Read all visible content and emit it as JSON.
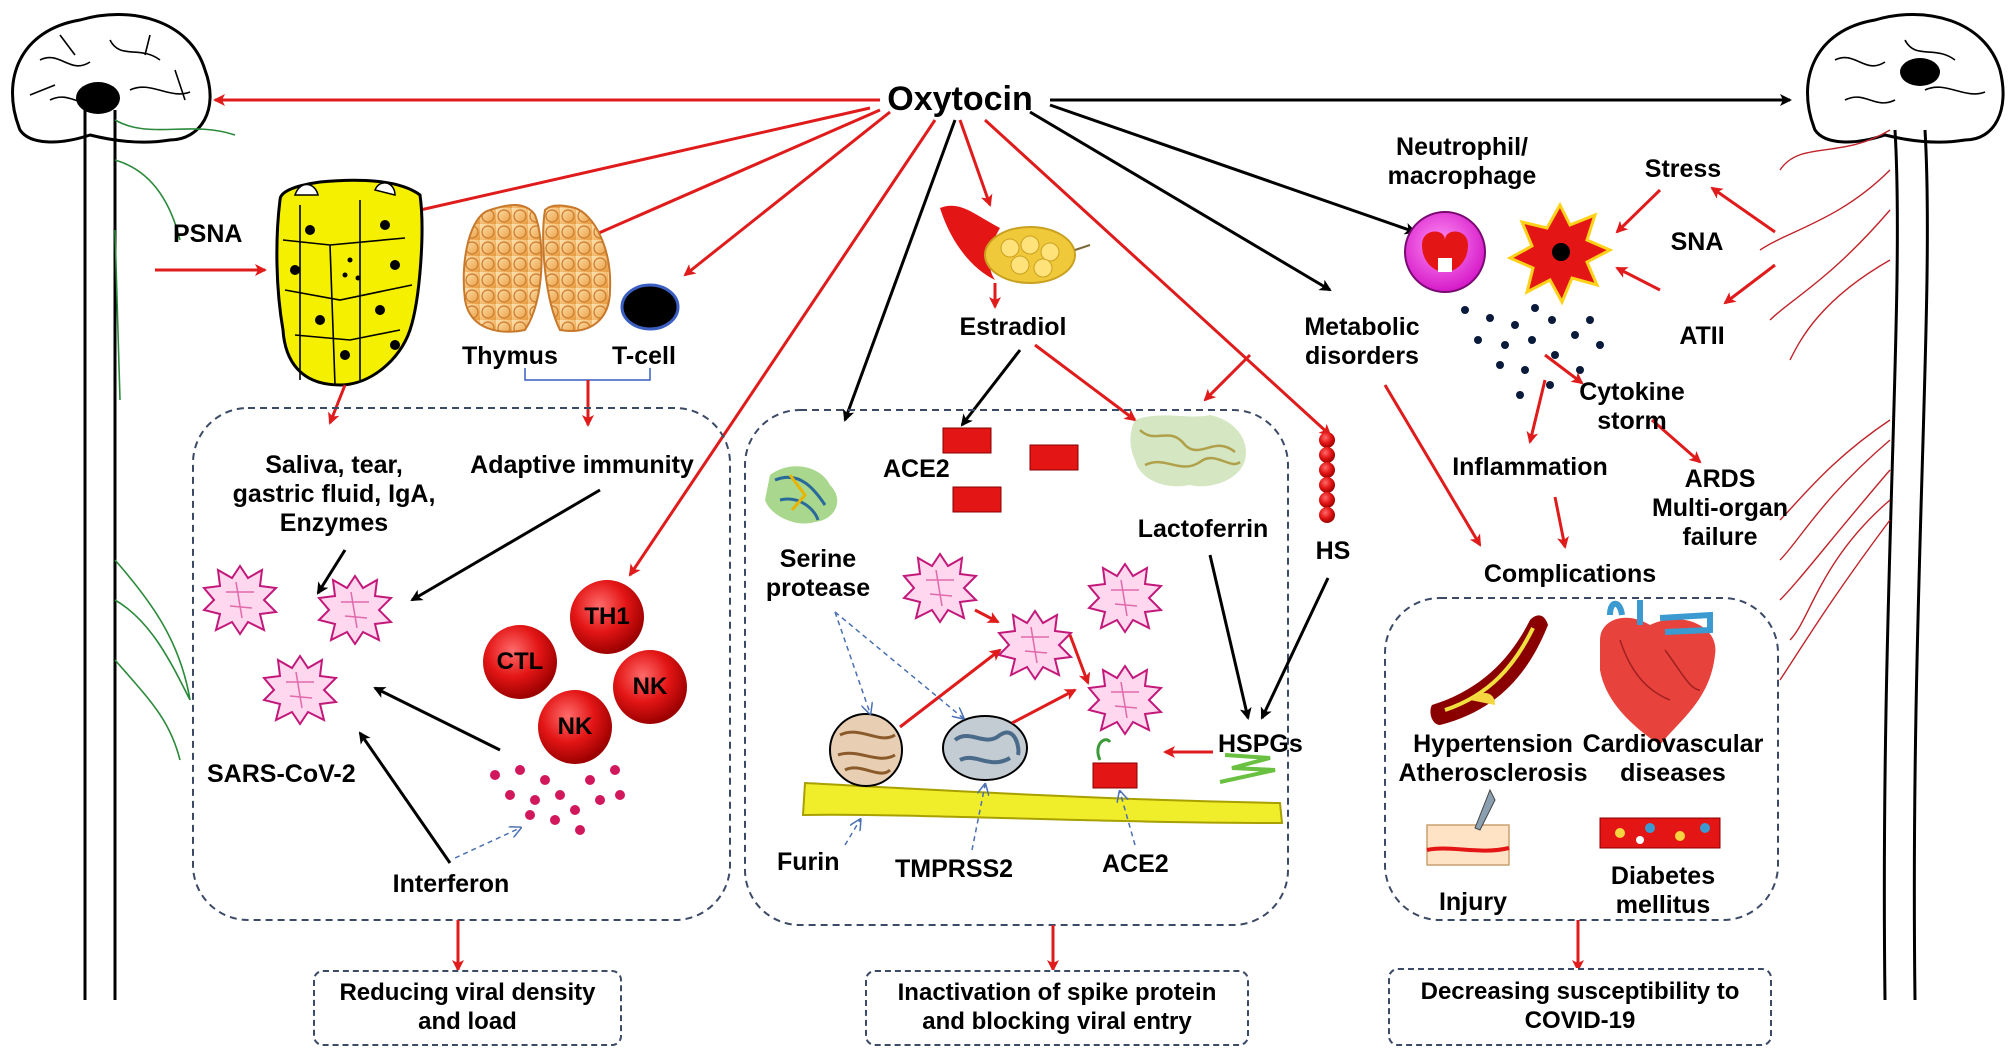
{
  "title": "Oxytocin",
  "brain_labels": {
    "psna": "PSNA"
  },
  "left": {
    "thymus": "Thymus",
    "tcell": "T-cell",
    "secretions": "Saliva, tear,\ngastric fluid, IgA,\nEnzymes",
    "adaptive": "Adaptive immunity",
    "virus": "SARS-CoV-2",
    "interferon": "Interferon",
    "cells": [
      "TH1",
      "CTL",
      "NK",
      "NK"
    ],
    "outcome": "Reducing viral density\nand load"
  },
  "middle": {
    "estradiol": "Estradiol",
    "ace2_top": "ACE2",
    "serine": "Serine\nprotease",
    "lactoferrin": "Lactoferrin",
    "hs": "HS",
    "hspgs": "HSPGs",
    "furin": "Furin",
    "tmprss2": "TMPRSS2",
    "ace2_bottom": "ACE2",
    "outcome": "Inactivation of spike protein\nand blocking viral entry"
  },
  "right": {
    "neutrophil": "Neutrophil/\nmacrophage",
    "stress": "Stress",
    "sna": "SNA",
    "atii": "ATII",
    "metabolic": "Metabolic\ndisorders",
    "cytokine": "Cytokine\nstorm",
    "ards": "ARDS\nMulti-organ\nfailure",
    "inflammation": "Inflammation",
    "complications": "Complications",
    "hypertension": "Hypertension\nAtherosclerosis",
    "cardio": "Cardiovascular\ndiseases",
    "injury": "Injury",
    "diabetes": "Diabetes\nmellitus",
    "outcome": "Decreasing susceptibility to\nCOVID-19"
  },
  "colors": {
    "red_arrow": "#e01b1b",
    "black_arrow": "#000000",
    "cell_red": "#e31515",
    "gland_yellow": "#f5ef00",
    "dashed_box": "#3b4a66"
  }
}
